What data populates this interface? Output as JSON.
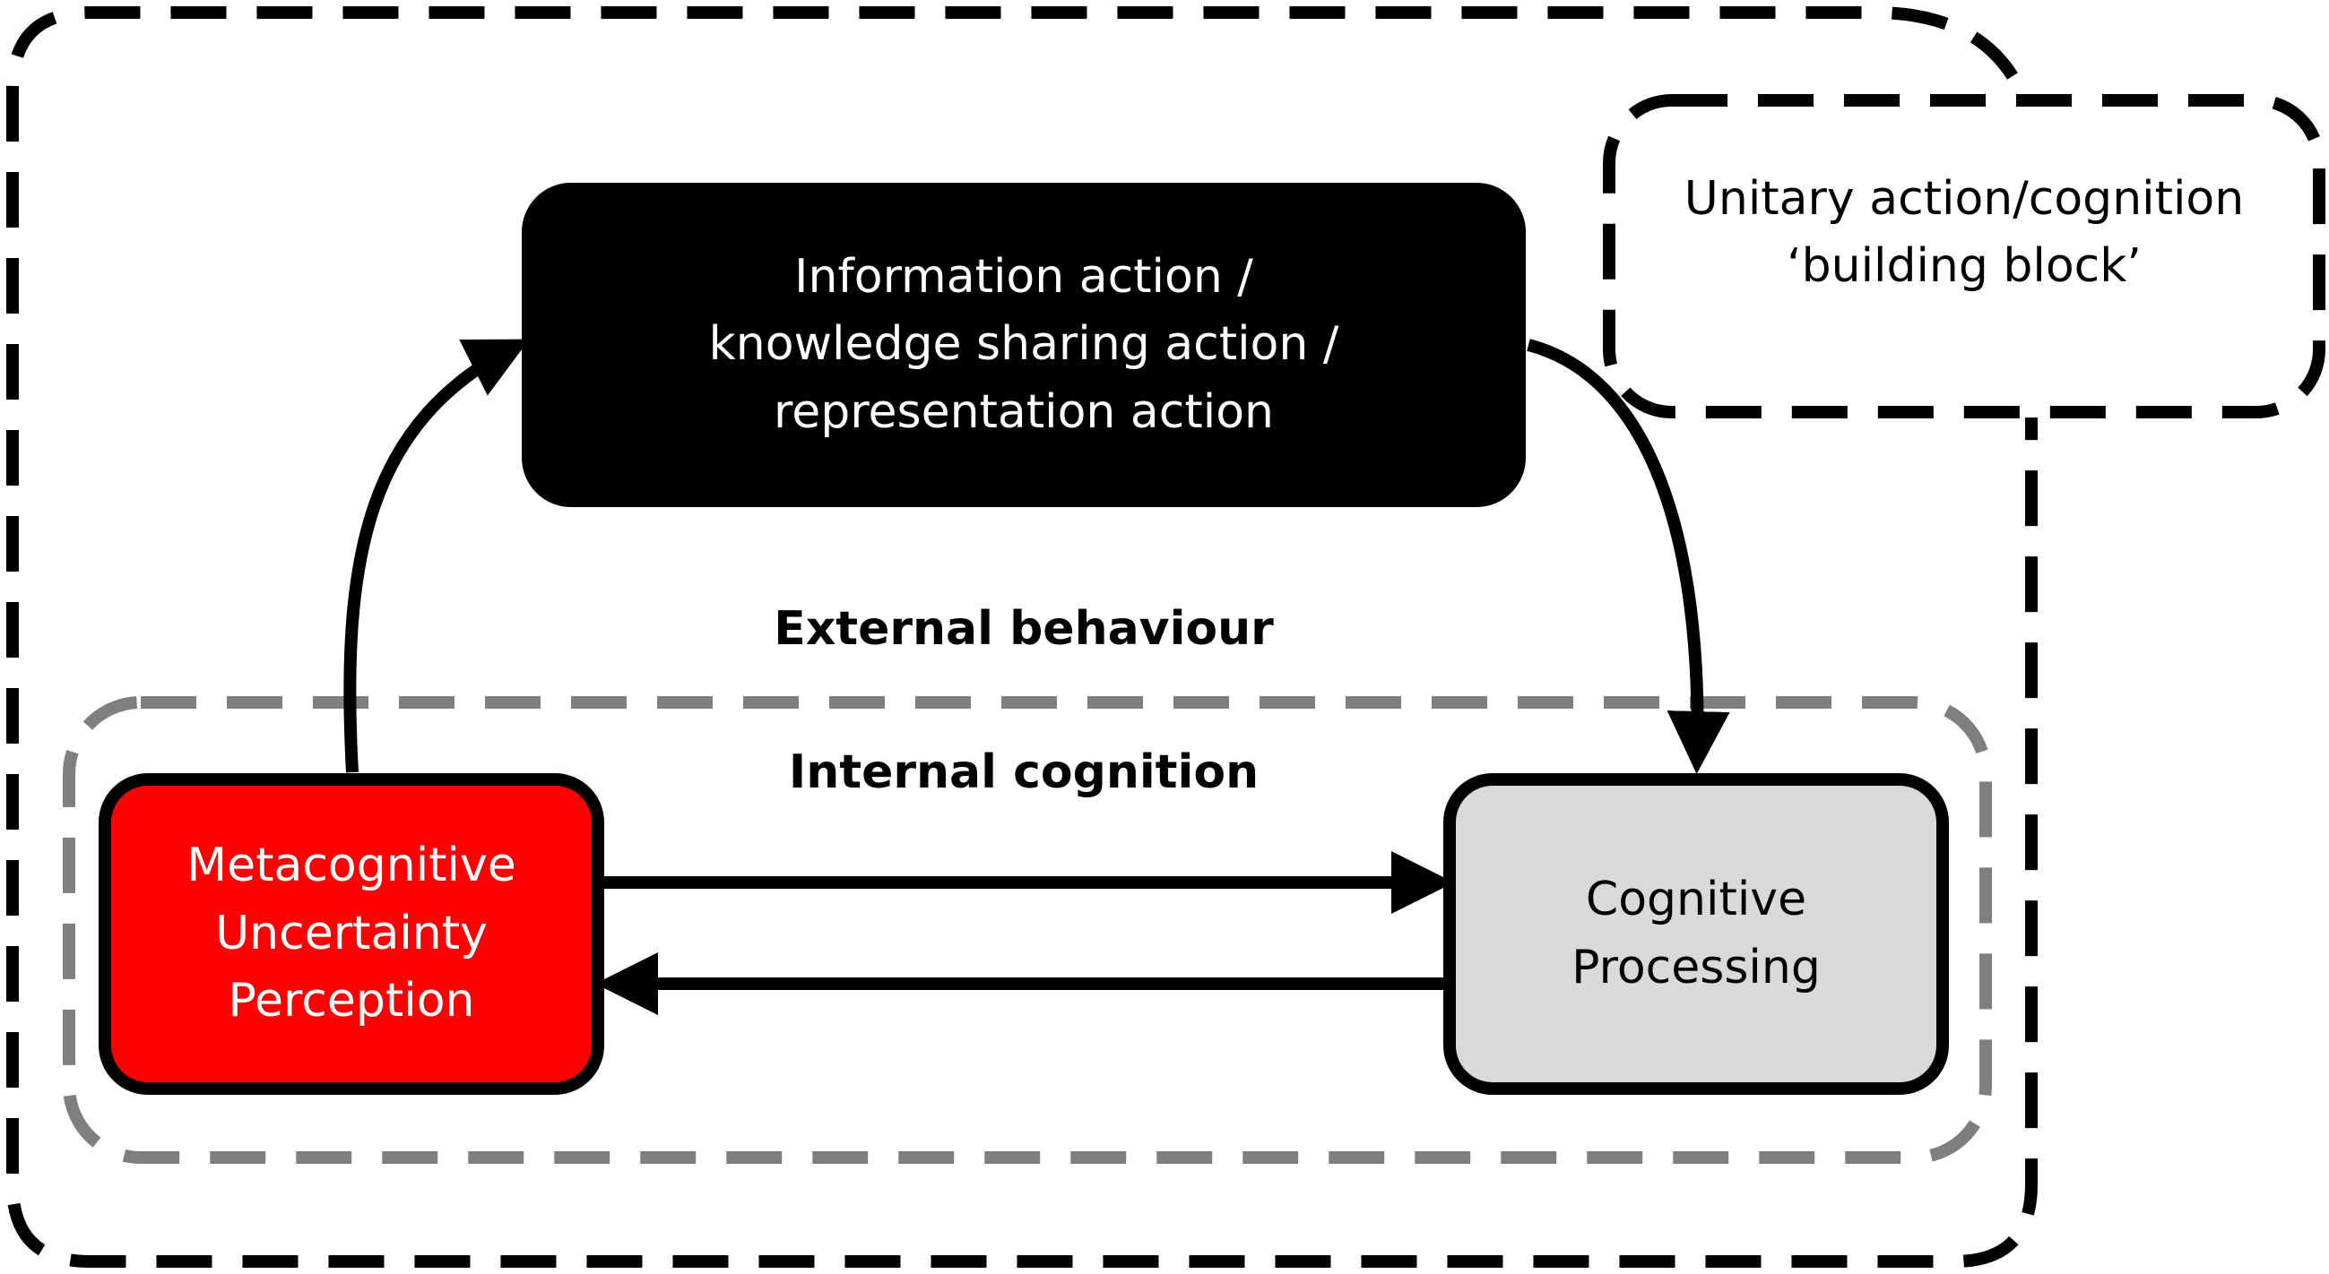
{
  "nodes": {
    "information_action": {
      "lines": [
        "Information action /",
        "knowledge sharing action /",
        "representation action"
      ],
      "fill": "#000000",
      "text_color": "#ffffff"
    },
    "metacognitive": {
      "lines": [
        "Metacognitive",
        "Uncertainty",
        "Perception"
      ],
      "fill": "#ff0000",
      "text_color": "#ffffff"
    },
    "cognitive_processing": {
      "lines": [
        "Cognitive",
        "Processing"
      ],
      "fill": "#d9d9d9",
      "text_color": "#000000"
    }
  },
  "labels": {
    "external": "External behaviour",
    "internal": "Internal cognition"
  },
  "legend": {
    "lines": [
      "Unitary action/cognition",
      "‘building block’"
    ]
  },
  "colors": {
    "outer_border": "#000000",
    "inner_border": "#7f7f7f",
    "arrow": "#000000"
  }
}
